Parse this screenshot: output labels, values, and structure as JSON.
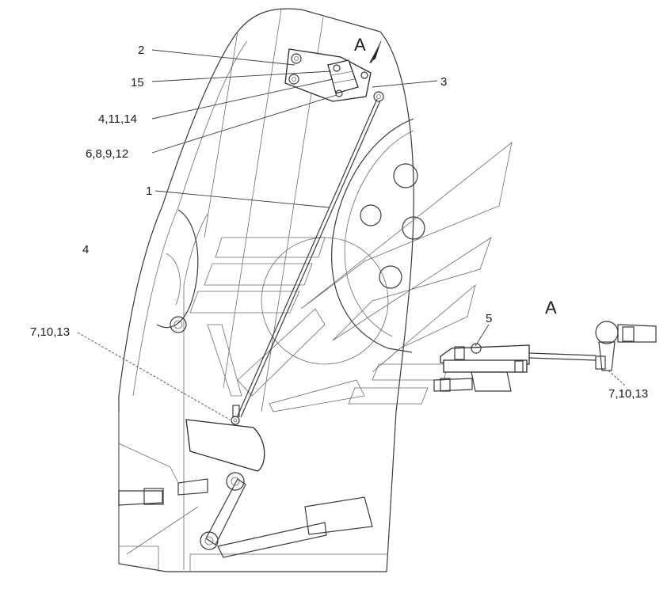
{
  "labels": {
    "item_2": "2",
    "item_15": "15",
    "item_4_11_14": "4,11,14",
    "item_6_8_9_12": "6,8,9,12",
    "item_3": "3",
    "item_1": "1",
    "item_4": "4",
    "item_7_10_13_left": "7,10,13",
    "item_5": "5",
    "item_7_10_13_right": "7,10,13"
  },
  "view": {
    "arrow_letter": "A",
    "detail_letter": "A"
  }
}
